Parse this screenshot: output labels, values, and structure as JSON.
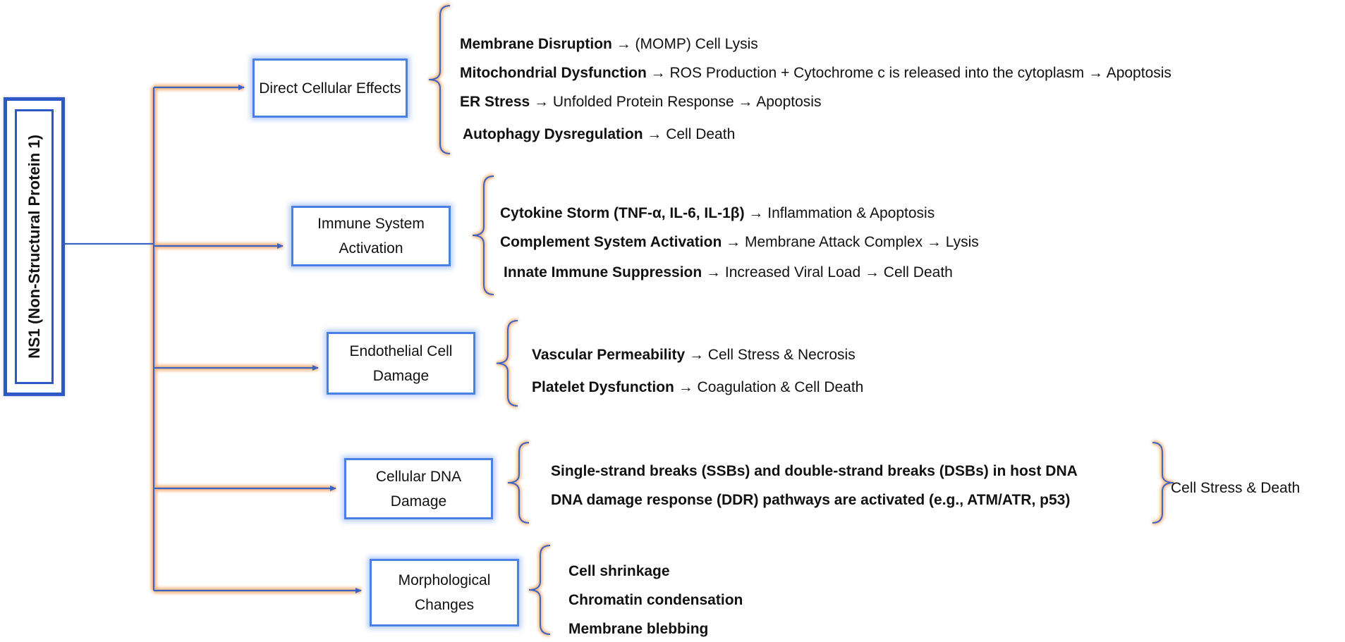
{
  "root": {
    "label": "NS1 (Non-Structural Protein 1)"
  },
  "categories": [
    {
      "label": "Direct Cellular Effects",
      "items": [
        {
          "term": "Membrane Disruption",
          "rest": " → (MOMP) Cell Lysis",
          "bold_rest": false
        },
        {
          "term": "Mitochondrial Dysfunction",
          "rest": " → ROS Production + Cytochrome c is released into the cytoplasm → Apoptosis",
          "bold_rest": false
        },
        {
          "term": "ER Stress",
          "rest": " → Unfolded Protein Response → Apoptosis",
          "bold_rest": false
        },
        {
          "term": "Autophagy Dysregulation",
          "rest": " → Cell Death",
          "bold_rest": false
        }
      ]
    },
    {
      "label": "Immune System Activation",
      "items": [
        {
          "term": "Cytokine Storm (TNF-α, IL-6, IL-1β)",
          "rest": " → Inflammation & Apoptosis",
          "bold_rest": false
        },
        {
          "term": "Complement System Activation",
          "rest": " → Membrane Attack Complex → Lysis",
          "bold_rest": false
        },
        {
          "term": "Innate Immune Suppression",
          "rest": " → Increased Viral Load → Cell Death",
          "bold_rest": false
        }
      ]
    },
    {
      "label": "Endothelial Cell Damage",
      "items": [
        {
          "term": "Vascular Permeability",
          "rest": " → Cell Stress & Necrosis",
          "bold_rest": false
        },
        {
          "term": "Platelet Dysfunction",
          "rest": " → Coagulation & Cell Death",
          "bold_rest": false
        }
      ]
    },
    {
      "label": "Cellular DNA Damage",
      "items": [
        {
          "term": "Single-strand breaks (SSBs) and double-strand breaks (DSBs) in host DNA",
          "rest": "",
          "bold_rest": true
        },
        {
          "term": "DNA damage response (DDR) pathways are activated (e.g., ATM/ATR, p53)",
          "rest": "",
          "bold_rest": true
        }
      ],
      "outcome": "Cell Stress & Death"
    },
    {
      "label": "Morphological Changes",
      "items": [
        {
          "term": "Cell shrinkage",
          "rest": "",
          "bold_rest": true
        },
        {
          "term": "Chromatin condensation",
          "rest": "",
          "bold_rest": true
        },
        {
          "term": "Membrane blebbing",
          "rest": "",
          "bold_rest": true
        }
      ]
    }
  ],
  "colors": {
    "root_border": "#2e57c8",
    "category_border": "#4a7fe6",
    "arrow": "#3b63c4",
    "glow": "#f2a766",
    "brace": "#3b63c4"
  }
}
